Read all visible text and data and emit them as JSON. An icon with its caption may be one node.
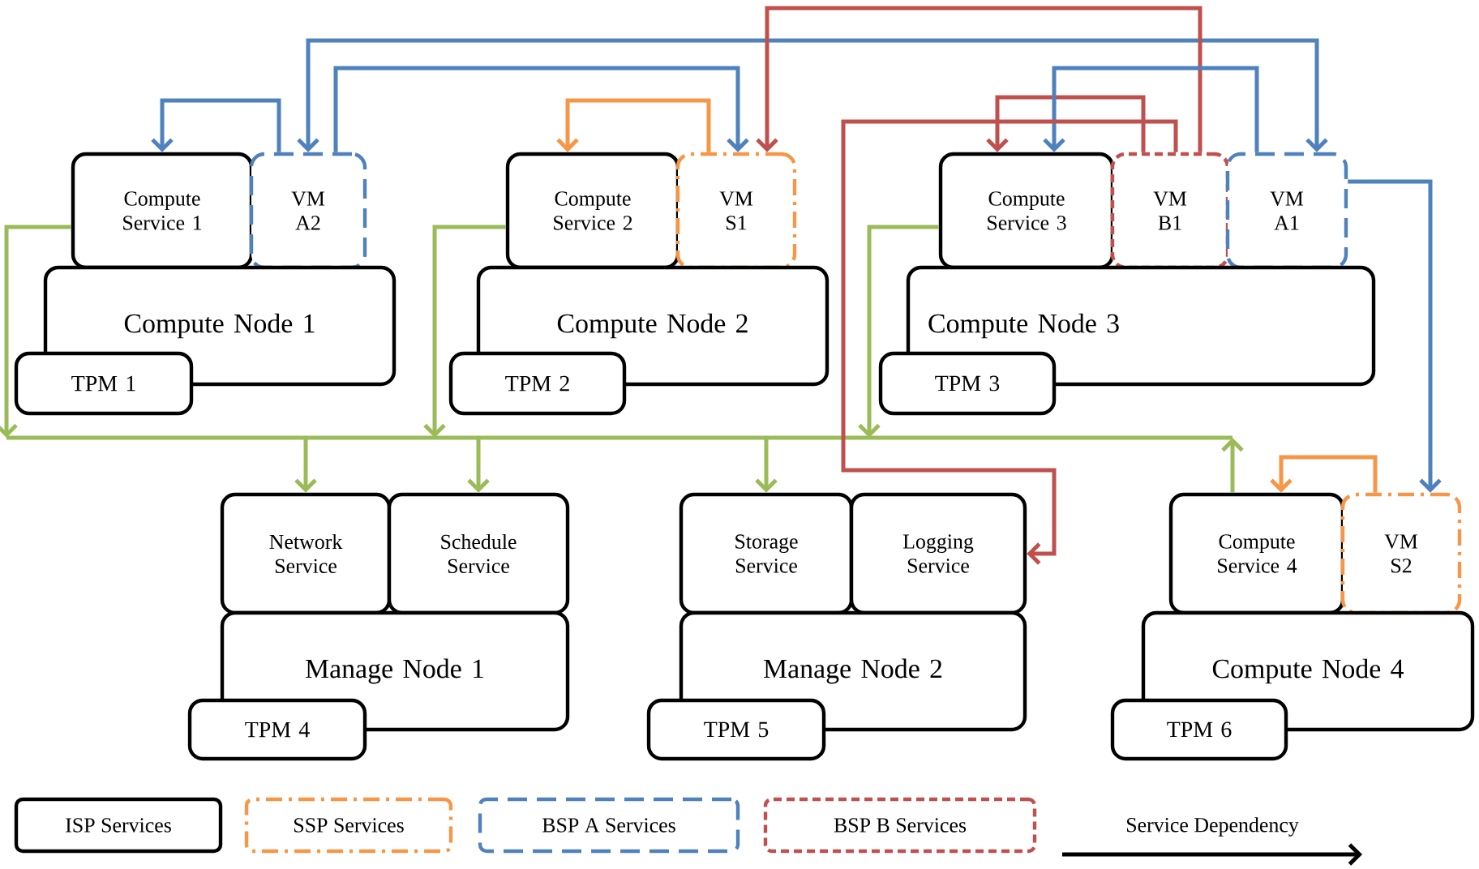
{
  "diagram": {
    "nodes": [
      {
        "text": [
          "Compute Service 1"
        ]
      },
      {
        "text": [
          "VM A2"
        ]
      },
      {
        "text": [
          "Compute Node 1"
        ]
      },
      {
        "text": [
          "TPM 1"
        ]
      },
      {
        "text": [
          "Compute Service 2"
        ]
      },
      {
        "text": [
          "VM S1"
        ]
      },
      {
        "text": [
          "Compute Node 2"
        ]
      },
      {
        "text": [
          "TPM 2"
        ]
      },
      {
        "text": [
          "Compute Service 3"
        ]
      },
      {
        "text": [
          "VM B1"
        ]
      },
      {
        "text": [
          "VM A1"
        ]
      },
      {
        "text": [
          "Compute Node 3"
        ]
      },
      {
        "text": [
          "TPM 3"
        ]
      },
      {
        "text": [
          "Network Service"
        ]
      },
      {
        "text": [
          "Schedule Service"
        ]
      },
      {
        "text": [
          "Manage Node 1"
        ]
      },
      {
        "text": [
          "TPM 4"
        ]
      },
      {
        "text": [
          "Storage Service"
        ]
      },
      {
        "text": [
          "Logging Service"
        ]
      },
      {
        "text": [
          "Manage Node 2"
        ]
      },
      {
        "text": [
          "TPM 5"
        ]
      },
      {
        "text": [
          "Compute Service 4"
        ]
      },
      {
        "text": [
          "VM S2"
        ]
      },
      {
        "text": [
          "Compute Node 4"
        ]
      },
      {
        "text": [
          "TPM 6"
        ]
      }
    ],
    "edges": [
      {
        "from": 1,
        "to": 0,
        "arrow": "to",
        "color": "#4f81bd"
      },
      {
        "from": 1,
        "to": 10,
        "arrow": "both",
        "color": "#4f81bd"
      },
      {
        "from": 1,
        "to": 5,
        "arrow": "to",
        "color": "#4f81bd"
      },
      {
        "from": 5,
        "to": 4,
        "arrow": "to",
        "color": "#f79646"
      },
      {
        "from": 9,
        "to": 5,
        "arrow": "to",
        "color": "#c0504d"
      },
      {
        "from": 9,
        "to": 8,
        "arrow": "to",
        "color": "#c0504d"
      },
      {
        "from": 10,
        "to": 8,
        "arrow": "to",
        "color": "#4f81bd"
      },
      {
        "from": 10,
        "to": 22,
        "arrow": "to",
        "color": "#4f81bd"
      },
      {
        "from": 9,
        "to": 18,
        "arrow": "to",
        "color": "#c0504d"
      },
      {
        "from": 22,
        "to": 21,
        "arrow": "to",
        "color": "#f79646"
      },
      {
        "from": 0,
        "to": 13,
        "arrow": "to"
      },
      {
        "from": 0,
        "to": 14,
        "arrow": "to"
      },
      {
        "from": 0,
        "to": 17,
        "arrow": "to"
      },
      {
        "from": 4,
        "to": 13,
        "arrow": "to"
      },
      {
        "from": 4,
        "to": 14,
        "arrow": "to"
      },
      {
        "from": 4,
        "to": 17,
        "arrow": "to"
      },
      {
        "from": 8,
        "to": 13,
        "arrow": "to"
      },
      {
        "from": 8,
        "to": 14,
        "arrow": "to"
      },
      {
        "from": 8,
        "to": 17,
        "arrow": "to"
      },
      {
        "from": 21,
        "to": 13,
        "arrow": "to"
      },
      {
        "from": 21,
        "to": 14,
        "arrow": "to"
      },
      {
        "from": 21,
        "to": 17,
        "arrow": "to"
      }
    ],
    "legend": [
      {
        "text": "ISP Services",
        "color": "#000000"
      },
      {
        "text": "SSP Services",
        "color": "#f79646"
      },
      {
        "text": "BSP A Services",
        "color": "#4f81bd"
      },
      {
        "text": "BSP B Services",
        "color": "#c0504d"
      },
      {
        "text": "Service Dependency"
      }
    ]
  }
}
